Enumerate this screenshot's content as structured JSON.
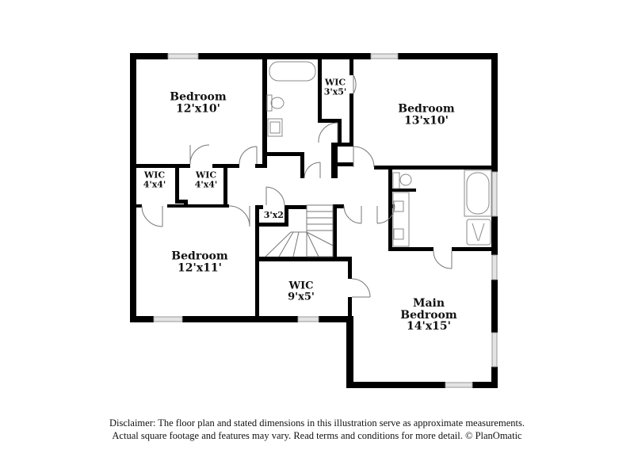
{
  "plan": {
    "colors": {
      "wall": "#000000",
      "fixture": "#888888",
      "window": "#c8c8c8",
      "background": "#ffffff"
    },
    "rooms": [
      {
        "id": "bedroom-nw",
        "name": "Bedroom",
        "dimensions": "12'x10'"
      },
      {
        "id": "bedroom-ne",
        "name": "Bedroom",
        "dimensions": "13'x10'"
      },
      {
        "id": "bedroom-sw",
        "name": "Bedroom",
        "dimensions": "12'x11'"
      },
      {
        "id": "main-bedroom",
        "name": "Main",
        "name2": "Bedroom",
        "dimensions": "14'x15'"
      },
      {
        "id": "wic-hall-bath",
        "name": "WIC",
        "dimensions": "3'x5'"
      },
      {
        "id": "wic-left",
        "name": "WIC",
        "dimensions": "4'x4'"
      },
      {
        "id": "wic-right",
        "name": "WIC",
        "dimensions": "4'x4'"
      },
      {
        "id": "closet-small",
        "dimensions": "3'x2'"
      },
      {
        "id": "wic-main",
        "name": "WIC",
        "dimensions": "9'x5'"
      }
    ]
  },
  "disclaimer": {
    "line1": "Disclaimer: The floor plan and stated dimensions in this illustration serve as approximate measurements.",
    "line2": "Actual square footage and features may vary. Read terms and conditions for more detail. © PlanOmatic"
  }
}
